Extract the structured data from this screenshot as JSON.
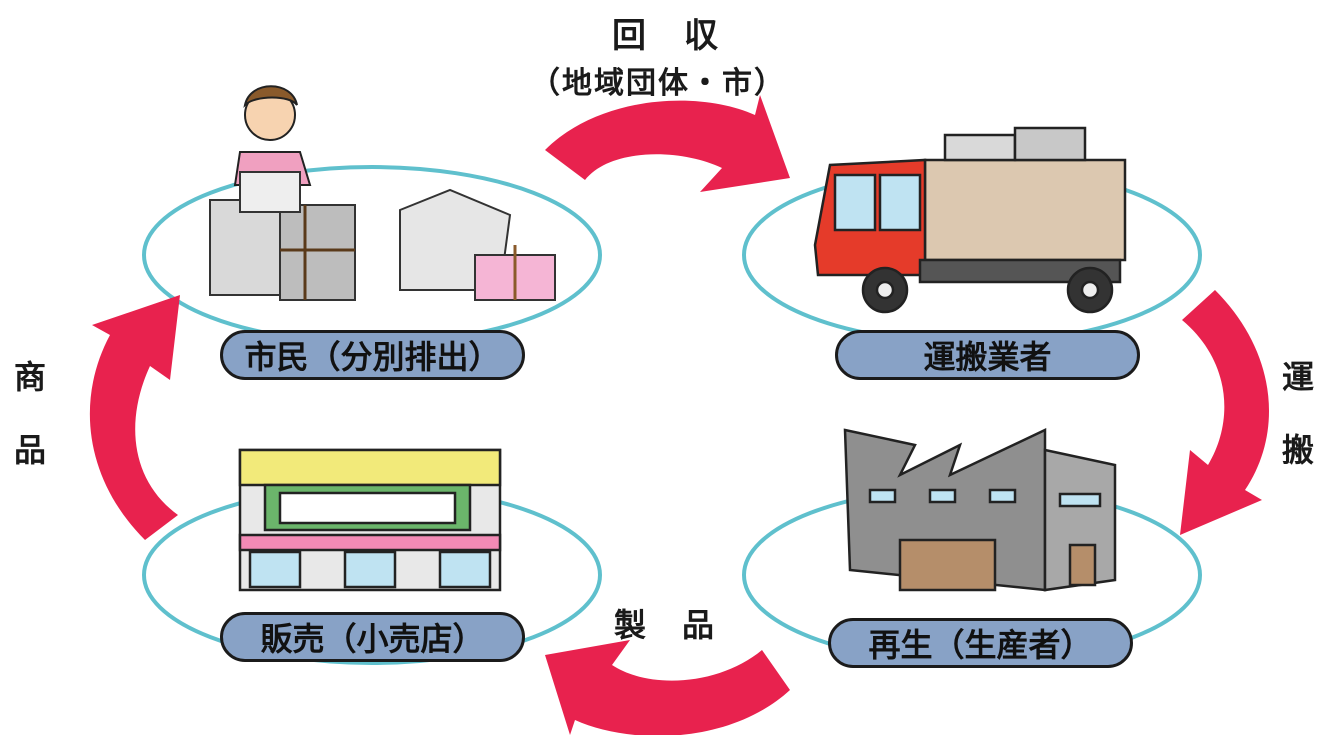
{
  "top_flow": {
    "line1": "回　収",
    "line2": "（地域団体・市）"
  },
  "right_flow": {
    "chars": [
      "運",
      "搬"
    ]
  },
  "bottom_flow": {
    "label": "製　品"
  },
  "left_flow": {
    "chars": [
      "商",
      "品"
    ]
  },
  "nodes": {
    "citizen": {
      "label": "市民（分別排出）"
    },
    "carrier": {
      "label": "運搬業者"
    },
    "producer": {
      "label": "再生（生産者）"
    },
    "retailer": {
      "label": "販売（小売店）"
    }
  },
  "colors": {
    "arrow": "#e8224e",
    "ellipse": "#5fc0cd",
    "pill": "#88a2c6"
  },
  "icons": {
    "citizen": "woman-with-newspaper-bundles",
    "carrier": "truck-with-paper-bales",
    "producer": "factory",
    "retailer": "shop-storefront"
  }
}
